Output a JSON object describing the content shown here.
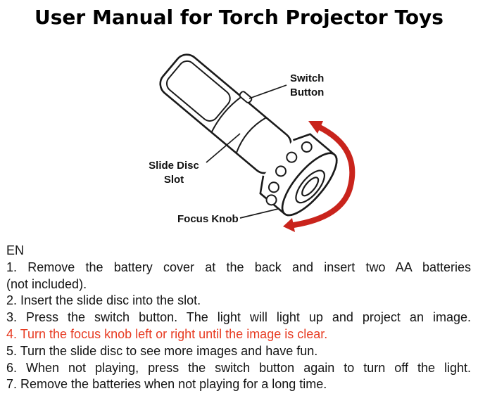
{
  "manual": {
    "title": "User Manual for Torch Projector Toys",
    "language": "EN",
    "instructions": [
      "1. Remove the battery cover at the back and insert two AA batteries",
      "(not included).",
      "2. Insert the slide disc into the slot.",
      "3. Press the switch button. The light will light up and project an image.",
      "4. Turn the focus knob left or right until the image is clear.",
      "5. Turn the slide disc to see more images and have fun.",
      "6. When not playing, press the switch button again to turn off the light.",
      "7. Remove the batteries when not playing for a long time."
    ]
  },
  "diagram": {
    "labels": {
      "switch_line1": "Switch",
      "switch_line2": "Button",
      "slot_line1": "Slide Disc",
      "slot_line2": "Slot",
      "focus": "Focus Knob"
    }
  },
  "colors": {
    "text": "#141414",
    "highlight_red": "#e73b22",
    "arrow_red": "#c9241c"
  }
}
